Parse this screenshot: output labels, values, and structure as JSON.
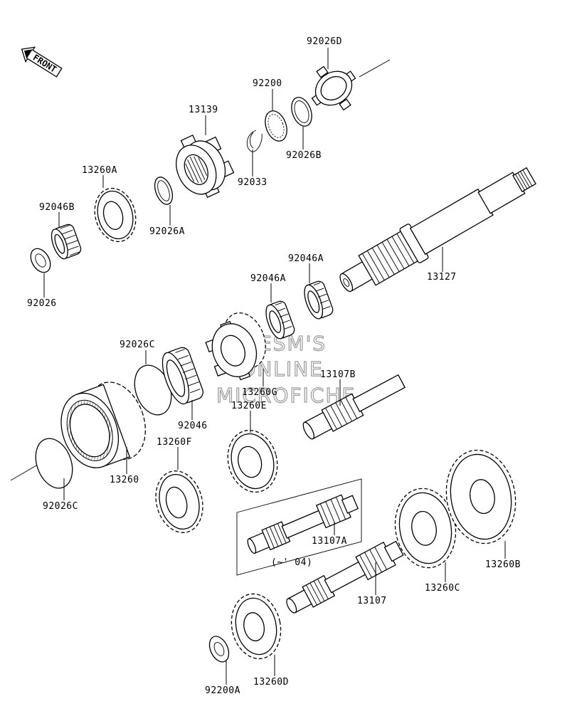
{
  "diagram": {
    "front_tag": "FRONT",
    "watermark": [
      "HESM'S",
      "ONLINE",
      "MICROFICHE"
    ],
    "inset_note": "(~' 04)",
    "callouts": [
      {
        "id": "92026D",
        "text": "92026D"
      },
      {
        "id": "92200",
        "text": "92200"
      },
      {
        "id": "13139",
        "text": "13139"
      },
      {
        "id": "92026B",
        "text": "92026B"
      },
      {
        "id": "92033",
        "text": "92033"
      },
      {
        "id": "13260A",
        "text": "13260A"
      },
      {
        "id": "92046B",
        "text": "92046B"
      },
      {
        "id": "92026A",
        "text": "92026A"
      },
      {
        "id": "92026",
        "text": "92026"
      },
      {
        "id": "92046A_1",
        "text": "92046A"
      },
      {
        "id": "92046A_2",
        "text": "92046A"
      },
      {
        "id": "13127",
        "text": "13127"
      },
      {
        "id": "92026C_1",
        "text": "92026C"
      },
      {
        "id": "13107B",
        "text": "13107B"
      },
      {
        "id": "13260G",
        "text": "13260G"
      },
      {
        "id": "13260E",
        "text": "13260E"
      },
      {
        "id": "92046",
        "text": "92046"
      },
      {
        "id": "13260F",
        "text": "13260F"
      },
      {
        "id": "13260",
        "text": "13260"
      },
      {
        "id": "92026C_2",
        "text": "92026C"
      },
      {
        "id": "13107A",
        "text": "13107A"
      },
      {
        "id": "13260B",
        "text": "13260B"
      },
      {
        "id": "13260C",
        "text": "13260C"
      },
      {
        "id": "13107",
        "text": "13107"
      },
      {
        "id": "92200A",
        "text": "92200A"
      },
      {
        "id": "13260D",
        "text": "13260D"
      }
    ]
  }
}
